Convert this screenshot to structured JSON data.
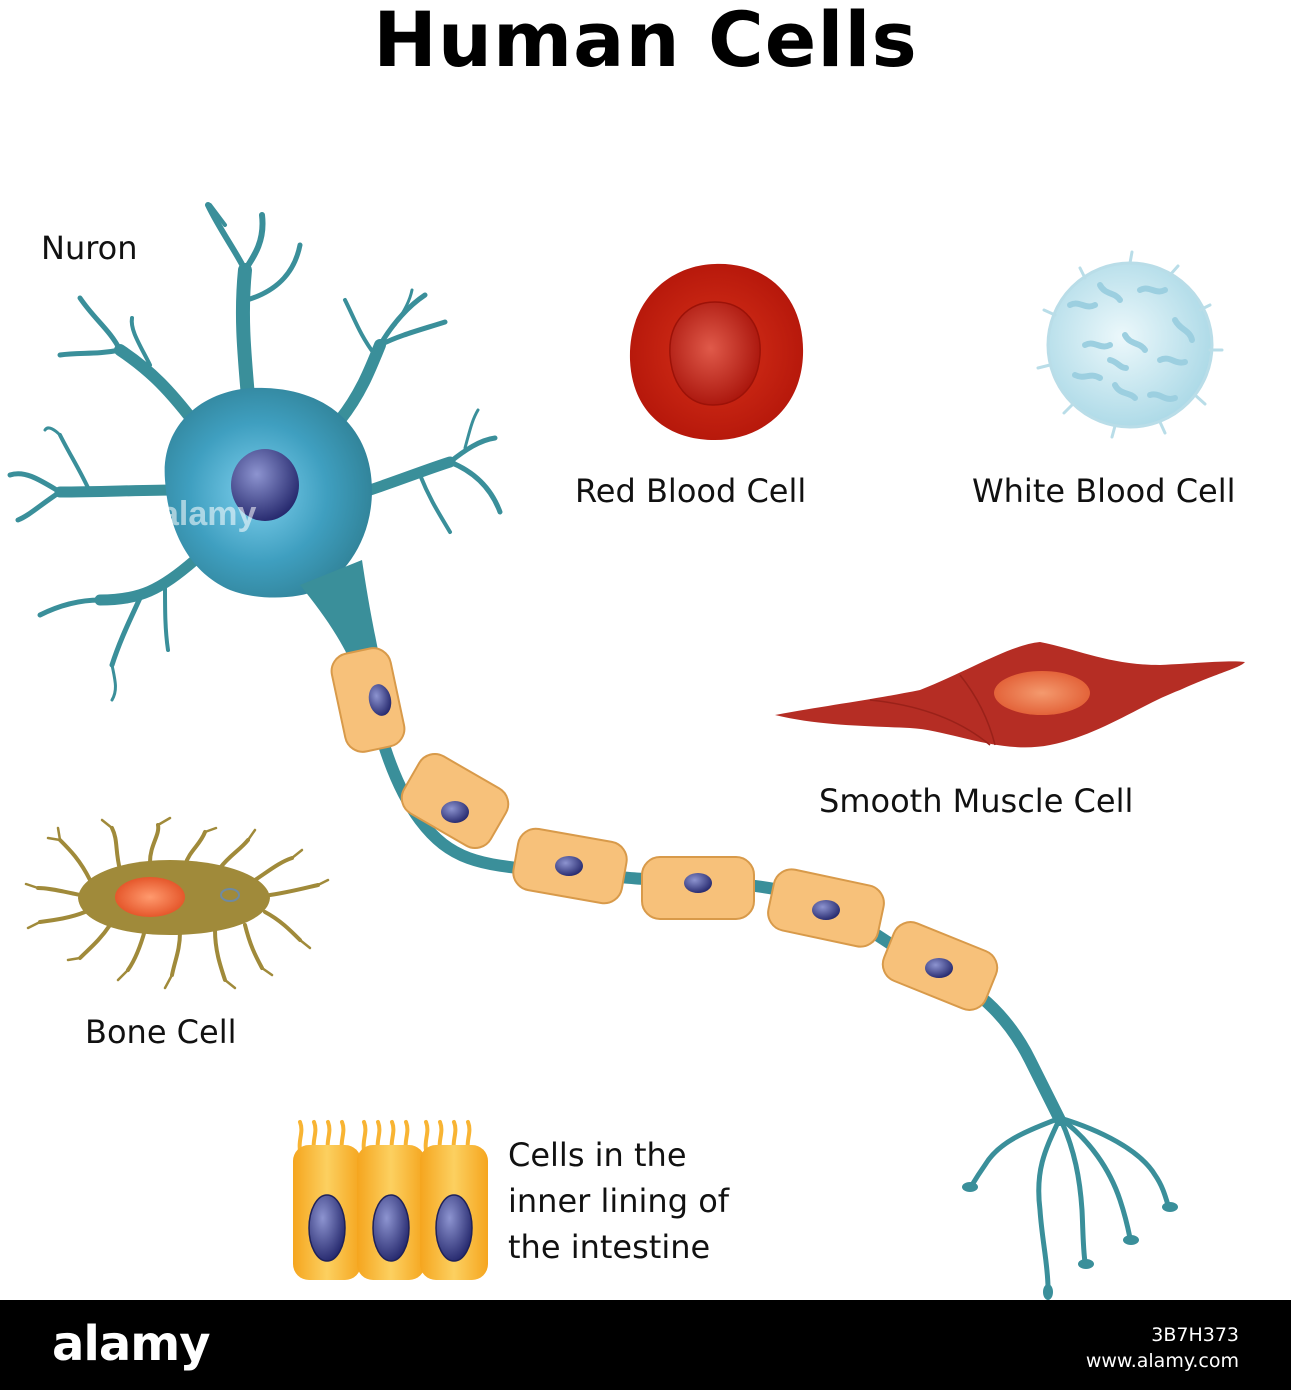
{
  "title": "Human Cells",
  "labels": {
    "neuron": "Nuron",
    "red_blood_cell": "Red Blood Cell",
    "white_blood_cell": "White Blood Cell",
    "smooth_muscle_cell": "Smooth Muscle Cell",
    "bone_cell": "Bone Cell",
    "intestine_lines": [
      "Cells in the",
      "inner lining of",
      "the intestine"
    ]
  },
  "watermark": "alamy",
  "footer": {
    "logo": "alamy",
    "image_id": "3B7H373",
    "site": "www.alamy.com"
  },
  "colors": {
    "neuron": "#3a8f9a",
    "neuron_body_light": "#66c3e3",
    "nucleus": "#3a3f86",
    "myelin": "#f7c17a",
    "red_blood_cell": "#c8200e",
    "white_blood_cell": "#cdebf2",
    "smooth_muscle": "#b52d24",
    "bone_cell": "#a08a3a",
    "intestine_cell": "#f8b433"
  }
}
